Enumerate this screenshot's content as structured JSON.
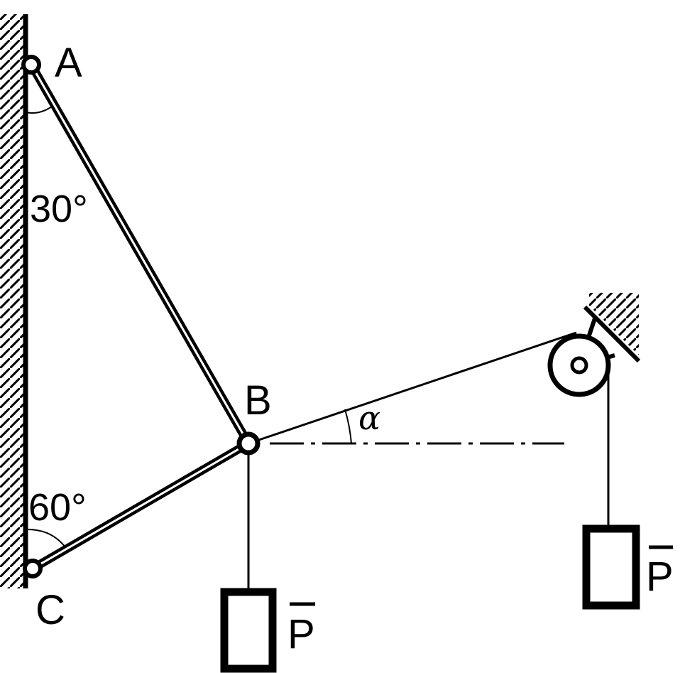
{
  "labels": {
    "point_a": "A",
    "point_b": "B",
    "point_c": "C",
    "angle_top": "30°",
    "angle_bottom": "60°",
    "angle_alpha": "α",
    "weight_left": "P",
    "weight_right": "P"
  },
  "colors": {
    "ink": "#000000",
    "background": "#ffffff"
  }
}
